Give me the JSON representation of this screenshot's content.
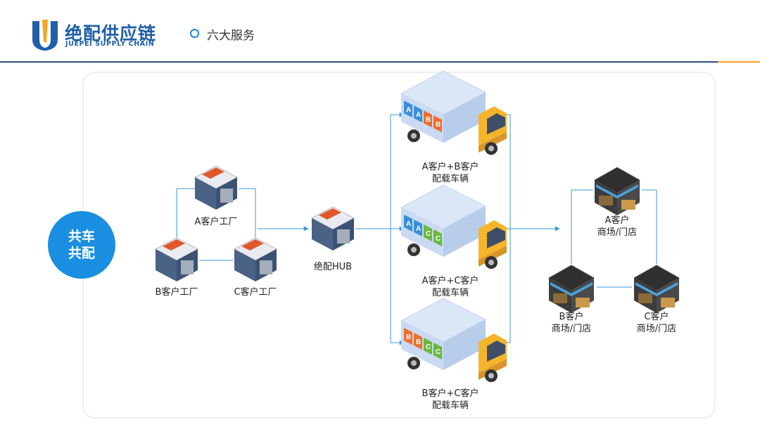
{
  "brand": {
    "name_cn": "绝配供应链",
    "name_en": "JUEPEI SUPPLY CHAIN"
  },
  "header": {
    "section_title": "六大服务"
  },
  "badge": {
    "line1": "共车",
    "line2": "共配"
  },
  "colors": {
    "accent": "#1a8ee0",
    "line": "#3a9ad9",
    "orange": "#f5a623",
    "navy": "#2f4f7a"
  },
  "factories": [
    {
      "label": "A客户工厂"
    },
    {
      "label": "B客户工厂"
    },
    {
      "label": "C客户工厂"
    }
  ],
  "hub": {
    "label": "绝配HUB"
  },
  "trucks": [
    {
      "line1": "A客户+B客户",
      "line2": "配载车辆",
      "cargo": [
        "A",
        "A",
        "B",
        "B"
      ]
    },
    {
      "line1": "A客户+C客户",
      "line2": "配载车辆",
      "cargo": [
        "A",
        "A",
        "C",
        "C"
      ]
    },
    {
      "line1": "B客户+C客户",
      "line2": "配载车辆",
      "cargo": [
        "B",
        "B",
        "C",
        "C"
      ]
    }
  ],
  "stores": [
    {
      "line1": "A客户",
      "line2": "商场/门店"
    },
    {
      "line1": "B客户",
      "line2": "商场/门店"
    },
    {
      "line1": "C客户",
      "line2": "商场/门店"
    }
  ]
}
